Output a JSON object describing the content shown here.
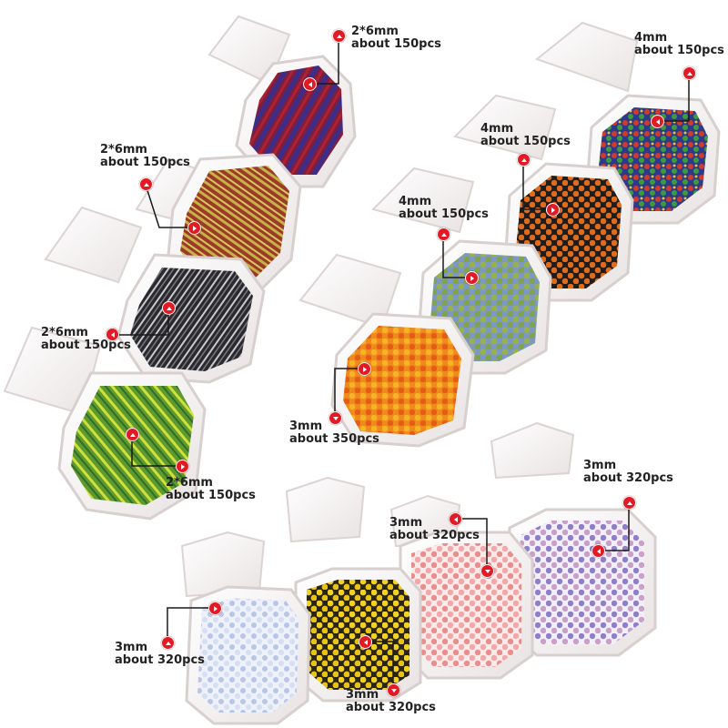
{
  "labels": [
    {
      "size": "2*6mm",
      "count": "about 150pcs"
    },
    {
      "size": "2*6mm",
      "count": "about 150pcs"
    },
    {
      "size": "2*6mm",
      "count": "about 150pcs"
    },
    {
      "size": "2*6mm",
      "count": "about 150pcs"
    },
    {
      "size": "4mm",
      "count": "about 150pcs"
    },
    {
      "size": "4mm",
      "count": "about 150pcs"
    },
    {
      "size": "4mm",
      "count": "about 150pcs"
    },
    {
      "size": "3mm",
      "count": "about 350pcs"
    },
    {
      "size": "3mm",
      "count": "about 320pcs"
    },
    {
      "size": "3mm",
      "count": "about 320pcs"
    },
    {
      "size": "3mm",
      "count": "about 320pcs"
    },
    {
      "size": "3mm",
      "count": "about 320pcs"
    }
  ],
  "colors": {
    "marker": "#e11a26",
    "box": "#f2eeee"
  }
}
